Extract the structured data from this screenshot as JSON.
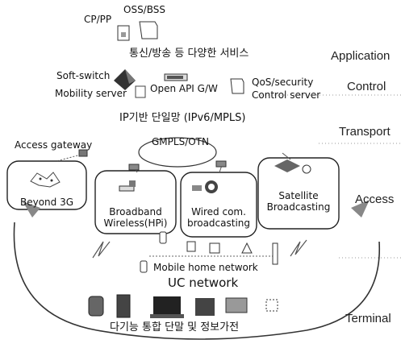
{
  "layers": {
    "application": "Application",
    "control": "Control",
    "transport": "Transport",
    "access": "Access",
    "terminal": "Terminal"
  },
  "application": {
    "cp_pp": "CP/PP",
    "oss_bss": "OSS/BSS",
    "services": "통신/방송 등 다양한 서비스"
  },
  "control": {
    "soft_switch": "Soft-switch",
    "mobility_server": "Mobility server",
    "open_api": "Open API G/W",
    "qos_security_1": "QoS/security",
    "qos_security_2": "Control server"
  },
  "transport": {
    "ip_network": "IP기반 단일망 (IPv6/MPLS)",
    "access_gateway": "Access gateway",
    "gmpls": "GMPLS/OTN"
  },
  "access": {
    "beyond3g": "Beyond 3G",
    "broadband_1": "Broadband",
    "broadband_2": "Wireless(HPi)",
    "wired_1": "Wired com.",
    "wired_2": "broadcasting",
    "satellite_1": "Satellite",
    "satellite_2": "Broadcasting"
  },
  "terminal": {
    "mobile_home": "Mobile home network",
    "uc_network": "UC network",
    "devices": "다기능 통합 단말 및 정보가전"
  },
  "icons": [
    "server-icon",
    "satellite-dish-icon",
    "phone-icon",
    "pda-icon",
    "tv-icon",
    "antenna-icon",
    "router-icon"
  ]
}
